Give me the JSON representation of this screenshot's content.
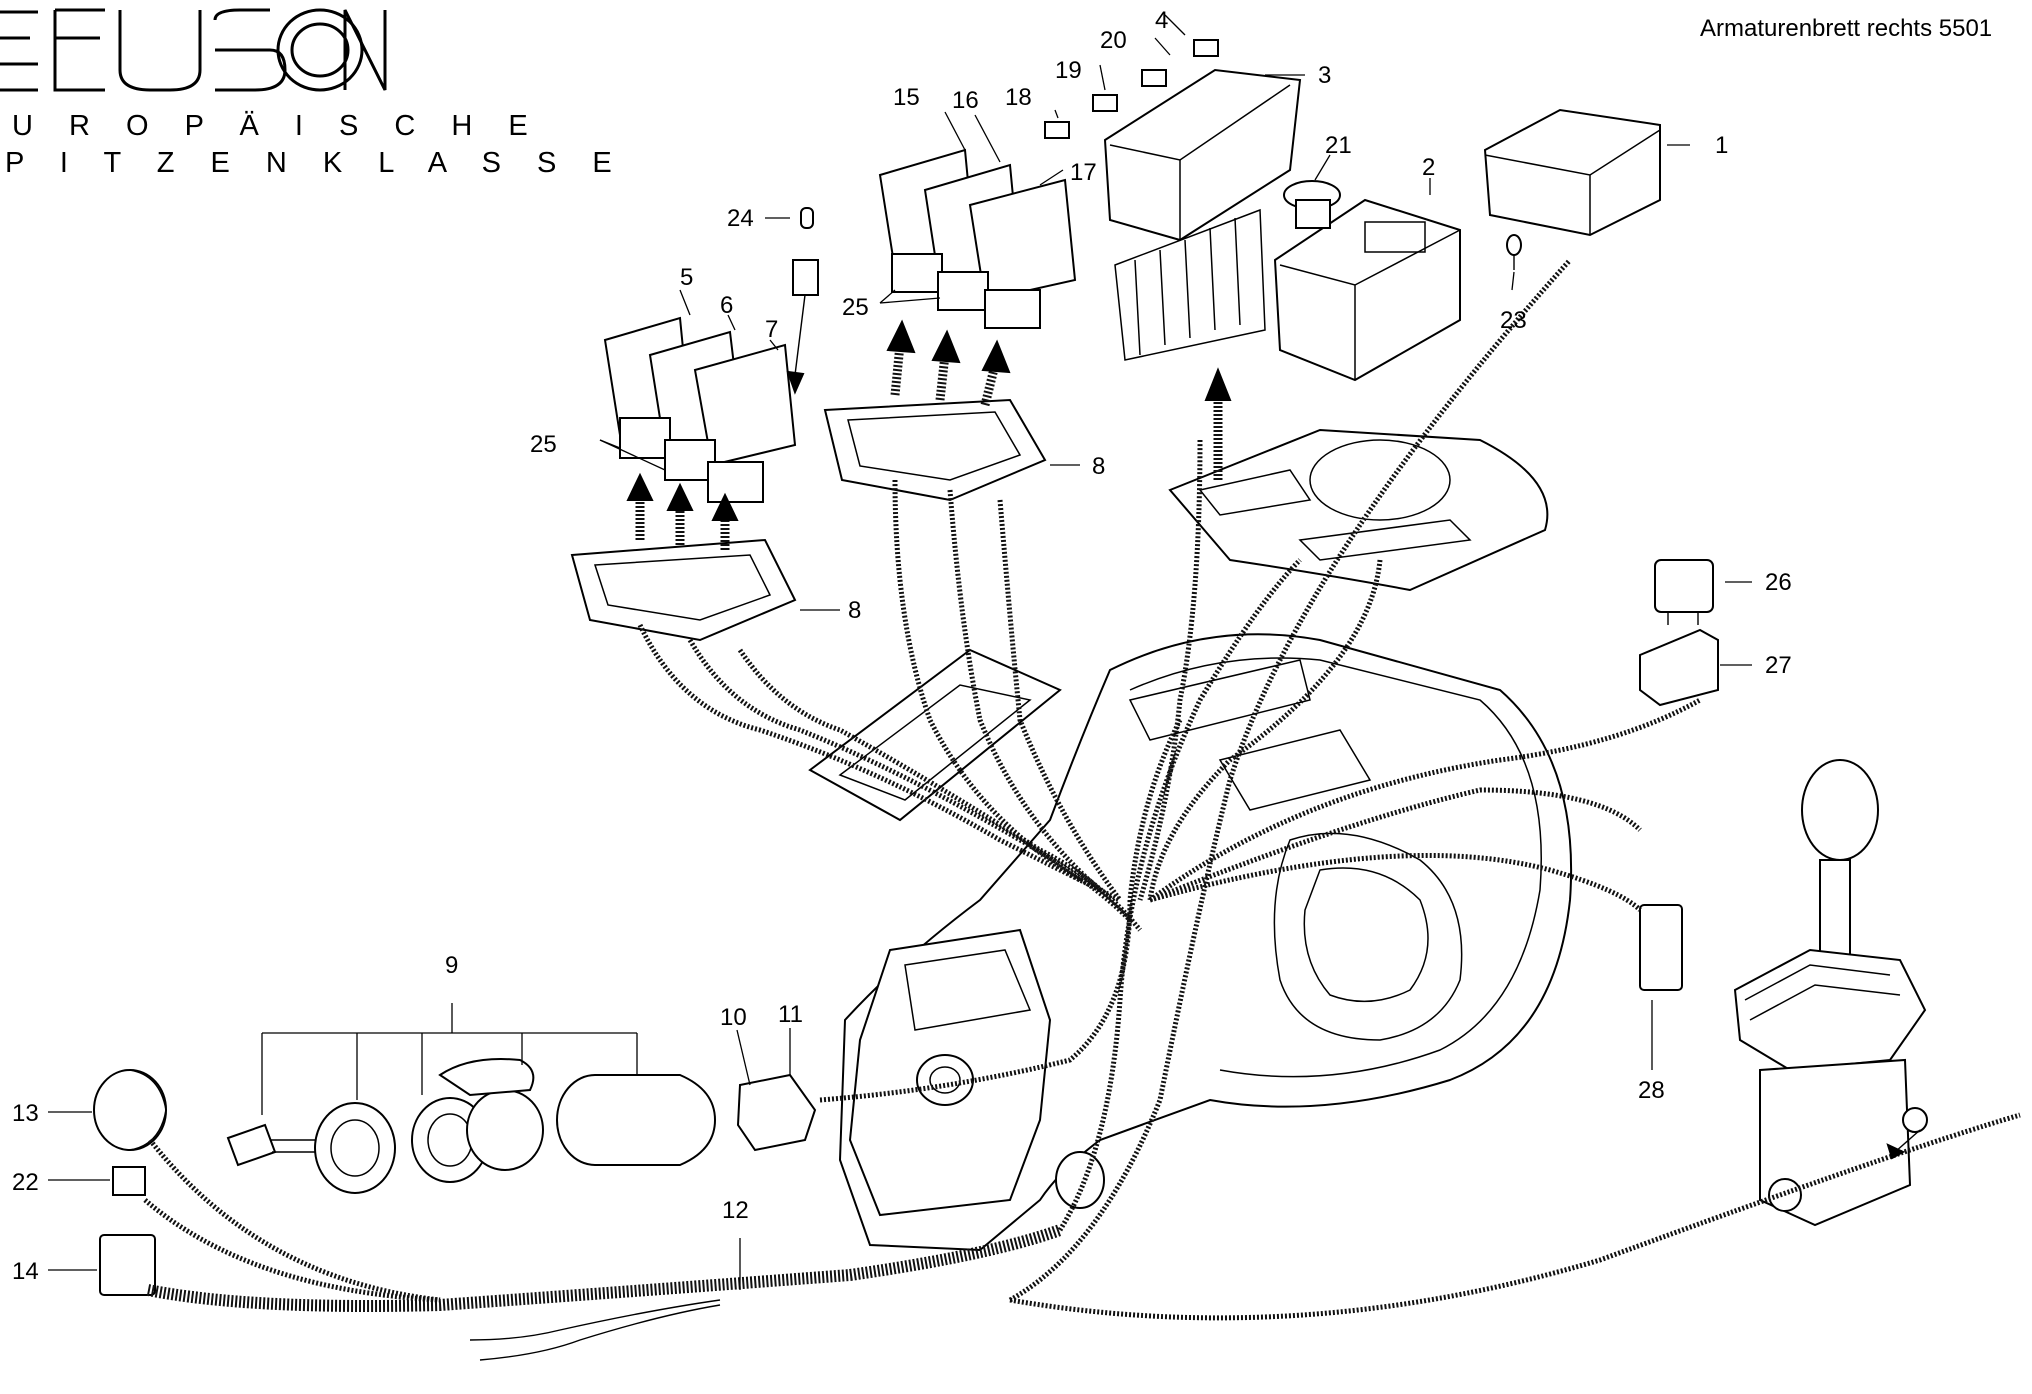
{
  "header": {
    "title": "Armaturenbrett  rechts 5501",
    "brand_line_1": "U R O P Ä I S C H E",
    "brand_line_2": "P I T Z E N K L A S S E"
  },
  "callouts": {
    "c1": "1",
    "c2": "2",
    "c3": "3",
    "c4": "4",
    "c5": "5",
    "c6": "6",
    "c7": "7",
    "c8": "8",
    "c9": "9",
    "c10": "10",
    "c11": "11",
    "c12": "12",
    "c13": "13",
    "c14": "14",
    "c15": "15",
    "c16": "16",
    "c17": "17",
    "c18": "18",
    "c19": "19",
    "c20": "20",
    "c21": "21",
    "c22": "22",
    "c23": "23",
    "c24": "24",
    "c25": "25",
    "c26": "26",
    "c27": "27",
    "c28": "28"
  }
}
